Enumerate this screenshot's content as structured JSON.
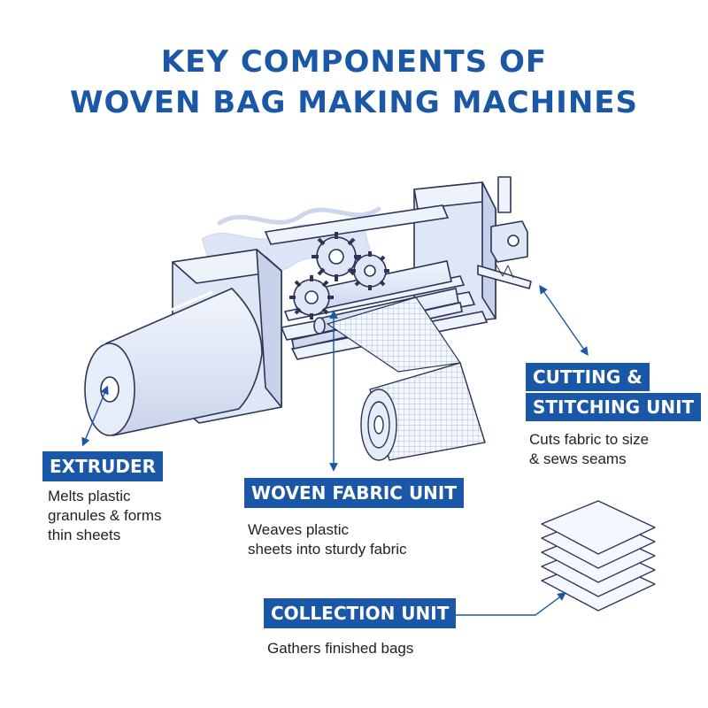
{
  "title": {
    "line1": "KEY COMPONENTS OF",
    "line2": "WOVEN BAG MAKING MACHINES"
  },
  "components": {
    "extruder": {
      "label": "EXTRUDER",
      "desc1": "Melts plastic",
      "desc2": "granules & forms",
      "desc3": "thin sheets"
    },
    "woven": {
      "label": "WOVEN FABRIC UNIT",
      "desc1": "Weaves plastic",
      "desc2": "sheets into sturdy fabric"
    },
    "cutting": {
      "label1": "CUTTING &",
      "label2": "STITCHING UNIT",
      "desc1": "Cuts fabric to size",
      "desc2": "& sews seams"
    },
    "collection": {
      "label": "COLLECTION UNIT",
      "desc1": "Gathers finished bags"
    }
  },
  "colors": {
    "accent": "#1a57a6",
    "machine_fill": "#e6ecf8",
    "machine_stroke": "#2b3557"
  }
}
